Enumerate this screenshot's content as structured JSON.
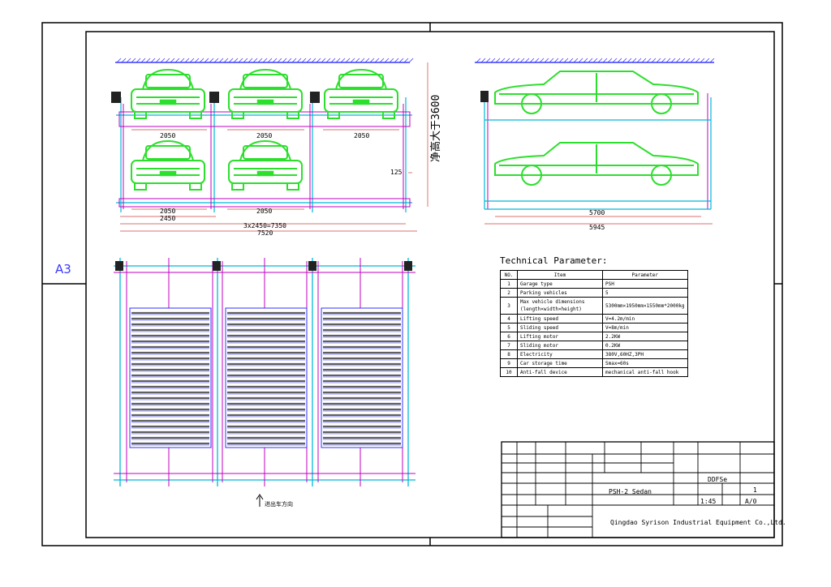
{
  "sheet": {
    "size_label": "A3"
  },
  "dimensions": {
    "bay_width": "2050",
    "pitch": "2450",
    "total_pitch": "3x2450=7350",
    "overall_width": "7520",
    "height": "净高大于3600",
    "beam_offset": "125",
    "side_length_inner": "5700",
    "side_length_outer": "5945"
  },
  "plan_note": "进出车方向",
  "technical": {
    "title": "Technical Parameter:",
    "headers": [
      "NO.",
      "Item",
      "Parameter"
    ],
    "rows": [
      {
        "no": "1",
        "item": "Garage type",
        "param": "PSH"
      },
      {
        "no": "2",
        "item": "Parking vehicles",
        "param": "5"
      },
      {
        "no": "3",
        "item": "Max vehicle dimensions\n(length×width×height)",
        "param": "5300mm×1950mm×1550mm*2000kg"
      },
      {
        "no": "4",
        "item": "Lifting speed",
        "param": "V=4.2m/min"
      },
      {
        "no": "5",
        "item": "Sliding speed",
        "param": "V=8m/min"
      },
      {
        "no": "6",
        "item": "Lifting motor",
        "param": "2.2KW"
      },
      {
        "no": "7",
        "item": "Sliding motor",
        "param": "0.2KW"
      },
      {
        "no": "8",
        "item": "Electricity",
        "param": "380V,60HZ,3PH"
      },
      {
        "no": "9",
        "item": "Car storage time",
        "param": "Smax=60s"
      },
      {
        "no": "10",
        "item": "Anti-fall device",
        "param": "mechanical anti-fall hook"
      }
    ]
  },
  "title_block": {
    "model": "PSH-2 Sedan",
    "drawing_no": "DDFSe",
    "scale": "1:45",
    "sheet": "1",
    "revision": "A/0",
    "company": "Qingdao Syrison Industrial Equipment Co.,Ltd."
  },
  "colors": {
    "car": "#2ddf2d",
    "frame_magenta": "#c000c0",
    "frame_cyan": "#00b8d8",
    "frame_blue": "#3030ff",
    "label_red": "#ff2020",
    "ground_blue": "#3a3aff",
    "dim_red": "#d04040"
  }
}
